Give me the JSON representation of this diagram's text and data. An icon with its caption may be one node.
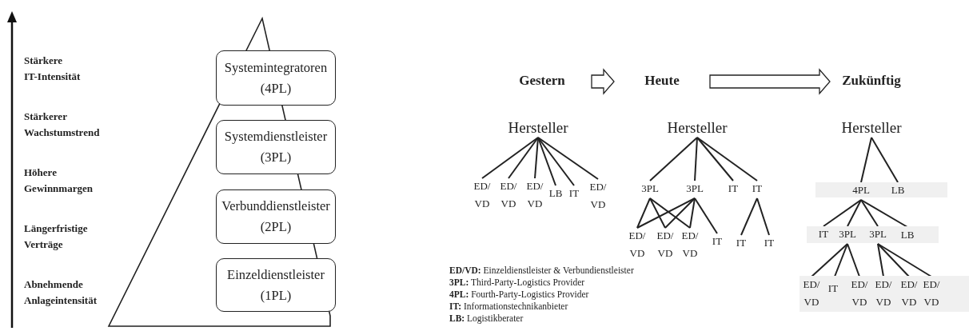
{
  "diagram": {
    "nodes": [
      {
        "text": [
          "Systemintegratoren",
          "(4PL)"
        ]
      },
      {
        "text": [
          "Systemdienstleister",
          "(3PL)"
        ]
      },
      {
        "text": [
          "Verbunddienstleister",
          "(2PL)"
        ]
      },
      {
        "text": [
          "Einzeldienstleister",
          "(1PL)"
        ]
      },
      {
        "text": [
          "Gestern"
        ]
      },
      {
        "text": [
          "Heute"
        ]
      },
      {
        "text": [
          "Zukünftig"
        ]
      },
      {
        "text": [
          "Hersteller"
        ]
      },
      {
        "text": [
          "ED/ VD"
        ]
      },
      {
        "text": [
          "ED/ VD"
        ]
      },
      {
        "text": [
          "ED/ VD"
        ]
      },
      {
        "text": [
          "LB"
        ]
      },
      {
        "text": [
          "IT"
        ]
      },
      {
        "text": [
          "ED/ VD"
        ]
      },
      {
        "text": [
          "Hersteller"
        ]
      },
      {
        "text": [
          "3PL"
        ]
      },
      {
        "text": [
          "3PL"
        ]
      },
      {
        "text": [
          "IT"
        ]
      },
      {
        "text": [
          "IT"
        ]
      },
      {
        "text": [
          "ED/ VD"
        ]
      },
      {
        "text": [
          "ED/ VD"
        ]
      },
      {
        "text": [
          "ED/ VD"
        ]
      },
      {
        "text": [
          "IT"
        ]
      },
      {
        "text": [
          "IT"
        ]
      },
      {
        "text": [
          "IT"
        ]
      },
      {
        "text": [
          "Hersteller"
        ]
      },
      {
        "text": [],
        "shape": "bar"
      },
      {
        "text": [
          "4PL"
        ],
        "in": 26
      },
      {
        "text": [
          "LB"
        ],
        "in": 26
      },
      {
        "text": [],
        "shape": "bar"
      },
      {
        "text": [
          "IT"
        ],
        "in": 29
      },
      {
        "text": [
          "3PL"
        ],
        "in": 29
      },
      {
        "text": [
          "3PL"
        ],
        "in": 29
      },
      {
        "text": [
          "LB"
        ],
        "in": 29
      },
      {
        "text": [],
        "shape": "bar"
      },
      {
        "text": [
          "ED/ VD"
        ],
        "in": 34
      },
      {
        "text": [
          "IT"
        ],
        "in": 34
      },
      {
        "text": [
          "ED/ VD"
        ],
        "in": 34
      },
      {
        "text": [
          "ED/ VD"
        ],
        "in": 34
      },
      {
        "text": [
          "ED/ VD"
        ],
        "in": 34
      },
      {
        "text": [
          "ED/ VD"
        ],
        "in": 34
      }
    ],
    "edges": [
      {
        "from": 4,
        "to": 5,
        "arrow": "to"
      },
      {
        "from": 5,
        "to": 6,
        "arrow": "to"
      },
      {
        "from": 7,
        "to": 8,
        "arrow": "none"
      },
      {
        "from": 7,
        "to": 9,
        "arrow": "none"
      },
      {
        "from": 7,
        "to": 10,
        "arrow": "none"
      },
      {
        "from": 7,
        "to": 11,
        "arrow": "none"
      },
      {
        "from": 7,
        "to": 12,
        "arrow": "none"
      },
      {
        "from": 7,
        "to": 13,
        "arrow": "none"
      },
      {
        "from": 14,
        "to": 15,
        "arrow": "none"
      },
      {
        "from": 14,
        "to": 16,
        "arrow": "none"
      },
      {
        "from": 14,
        "to": 17,
        "arrow": "none"
      },
      {
        "from": 14,
        "to": 18,
        "arrow": "none"
      },
      {
        "from": 15,
        "to": 19,
        "arrow": "none"
      },
      {
        "from": 15,
        "to": 20,
        "arrow": "none"
      },
      {
        "from": 15,
        "to": 21,
        "arrow": "none"
      },
      {
        "from": 16,
        "to": 19,
        "arrow": "none"
      },
      {
        "from": 16,
        "to": 20,
        "arrow": "none"
      },
      {
        "from": 16,
        "to": 21,
        "arrow": "none"
      },
      {
        "from": 16,
        "to": 22,
        "arrow": "none"
      },
      {
        "from": 18,
        "to": 23,
        "arrow": "none"
      },
      {
        "from": 18,
        "to": 24,
        "arrow": "none"
      },
      {
        "from": 25,
        "to": 27,
        "arrow": "none"
      },
      {
        "from": 25,
        "to": 28,
        "arrow": "none"
      },
      {
        "from": 27,
        "to": 30,
        "arrow": "none"
      },
      {
        "from": 27,
        "to": 31,
        "arrow": "none"
      },
      {
        "from": 27,
        "to": 32,
        "arrow": "none"
      },
      {
        "from": 27,
        "to": 33,
        "arrow": "none"
      },
      {
        "from": 31,
        "to": 35,
        "arrow": "none"
      },
      {
        "from": 31,
        "to": 36,
        "arrow": "none"
      },
      {
        "from": 31,
        "to": 37,
        "arrow": "none"
      },
      {
        "from": 32,
        "to": 38,
        "arrow": "none"
      },
      {
        "from": 32,
        "to": 39,
        "arrow": "none"
      },
      {
        "from": 32,
        "to": 40,
        "arrow": "none"
      }
    ],
    "labels": [
      "Stärkere IT-Intensität",
      "Stärkerer Wachstumstrend",
      "Höhere Gewinnmargen",
      "Längerfristige Verträge",
      "Abnehmende Anlageintensität",
      "**ED/VD:** Einzeldienstleister & Verbundienstleister",
      "**3PL:** Third-Party-Logistics Provider",
      "**4PL:** Fourth-Party-Logistics Provider",
      "**IT:** Informationstechnikanbieter",
      "**LB:** Logistikberater"
    ]
  }
}
